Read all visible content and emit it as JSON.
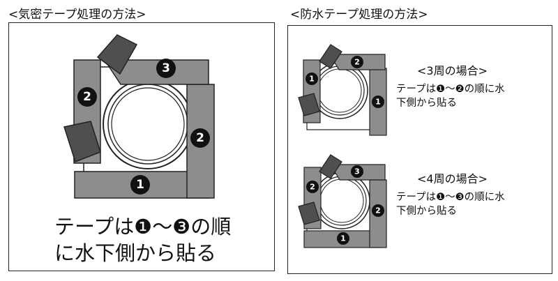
{
  "titles": {
    "left": "<気密テープ処理の方法>",
    "right": "<防水テープ処理の方法>"
  },
  "left_panel": {
    "caption_line1": "テープは❶～❸の順",
    "caption_line2": "に水下側から貼る",
    "tape_numbers": [
      "1",
      "2",
      "3",
      "2"
    ]
  },
  "right_panel": {
    "case3": {
      "heading": "<3周の場合>",
      "desc_line1": "テープは❶～❷の順に水",
      "desc_line2": "下側から貼る",
      "tape_numbers": [
        "1",
        "1",
        "2"
      ]
    },
    "case4": {
      "heading": "<4周の場合>",
      "desc_line1": "テープは❶～❸の順に水",
      "desc_line2": "下側から貼る",
      "tape_numbers": [
        "1",
        "2",
        "3",
        "2"
      ]
    }
  },
  "colors": {
    "tape": "#8d8d8d",
    "tape_dark": "#4f4f4f",
    "outline": "#222222"
  }
}
